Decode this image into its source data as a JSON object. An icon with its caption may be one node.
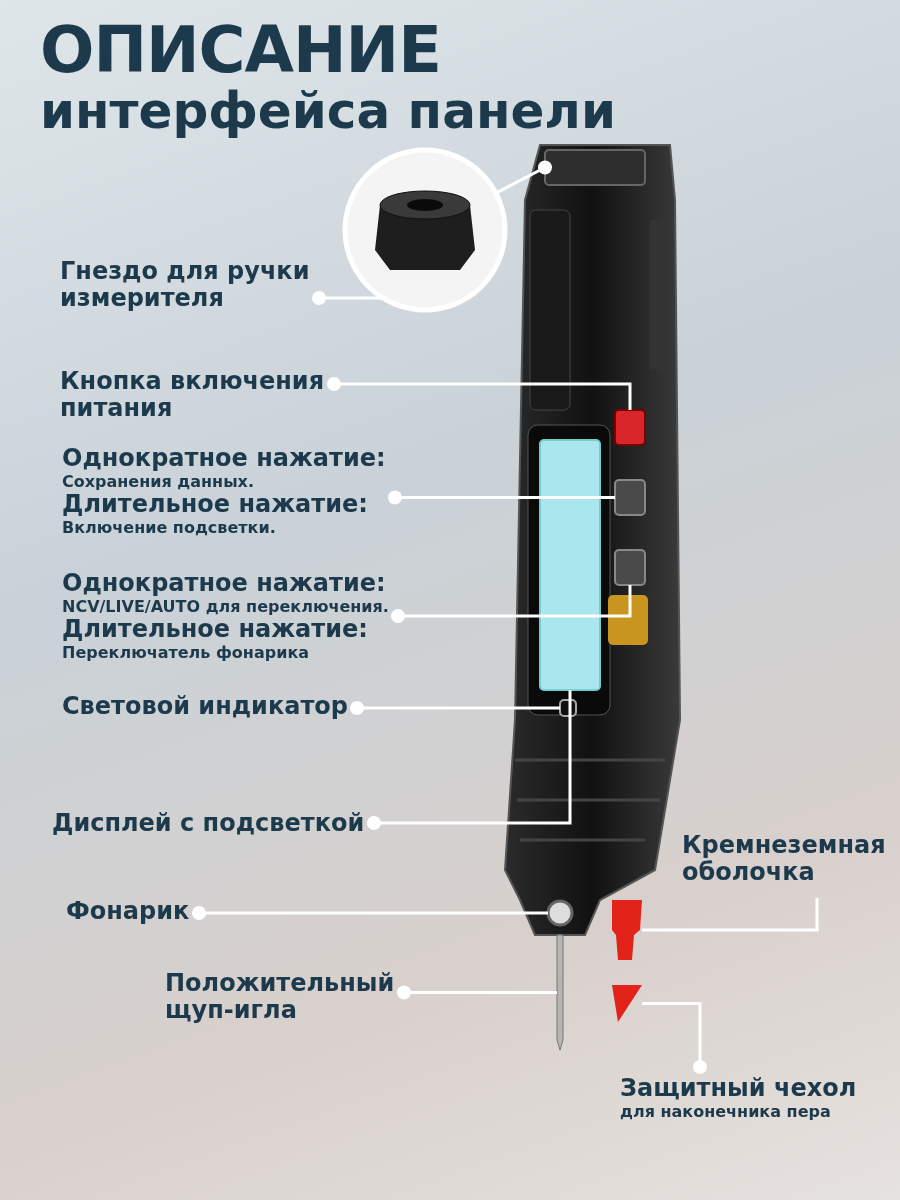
{
  "diagram": {
    "title": "ОПИСАНИЕ интерфейса панели",
    "nodes": [
      {
        "text": [
          "Гнездо для ручки измерителя"
        ]
      },
      {
        "text": [
          "Кнопка включения питания"
        ]
      },
      {
        "text": [
          "Однократное нажатие:",
          "Сохранения данных.",
          "Длительное нажатие:",
          "Включение подсветки."
        ]
      },
      {
        "text": [
          "Однократное нажатие:",
          "NCV/LIVE/AUTO для переключения.",
          "Длительное нажатие:",
          "Переключатель фонарика"
        ]
      },
      {
        "text": [
          "Световой индикатор"
        ]
      },
      {
        "text": [
          "Дисплей с подсветкой"
        ]
      },
      {
        "text": [
          "Фонарик"
        ]
      },
      {
        "text": [
          "Положительный щуп-игла"
        ]
      },
      {
        "text": [
          "Кремнеземная оболочка"
        ]
      },
      {
        "text": [
          "Защитный чехол",
          "для наконечника пера"
        ]
      },
      {
        "text": [],
        "shape": "picture"
      },
      {
        "text": [],
        "shape": "picture"
      },
      {
        "text": [],
        "shape": "box",
        "in": 11
      },
      {
        "text": [],
        "shape": "box",
        "in": 11
      },
      {
        "text": [],
        "shape": "box",
        "in": 11
      },
      {
        "text": [],
        "shape": "box",
        "in": 11
      },
      {
        "text": [],
        "shape": "box",
        "in": 11
      },
      {
        "text": [],
        "shape": "box",
        "in": 11
      },
      {
        "text": [],
        "shape": "circle",
        "in": 11
      },
      {
        "text": [],
        "shape": "bar"
      },
      {
        "text": [],
        "shape": "picture"
      },
      {
        "text": [],
        "shape": "picture"
      }
    ],
    "edges": [
      {
        "from": 0,
        "to": 10,
        "arrow": "other"
      },
      {
        "from": 12,
        "to": 10,
        "arrow": "other"
      },
      {
        "from": 1,
        "to": 13,
        "arrow": "other"
      },
      {
        "from": 2,
        "to": 14,
        "arrow": "other"
      },
      {
        "from": 3,
        "to": 15,
        "arrow": "other"
      },
      {
        "from": 4,
        "to": 16,
        "arrow": "other"
      },
      {
        "from": 5,
        "to": 17,
        "arrow": "other"
      },
      {
        "from": 6,
        "to": 18,
        "arrow": "other"
      },
      {
        "from": 7,
        "to": 19,
        "arrow": "other"
      },
      {
        "from": 8,
        "to": 20,
        "arrow": "none"
      },
      {
        "from": 9,
        "to": 21,
        "arrow": "other"
      }
    ]
  }
}
